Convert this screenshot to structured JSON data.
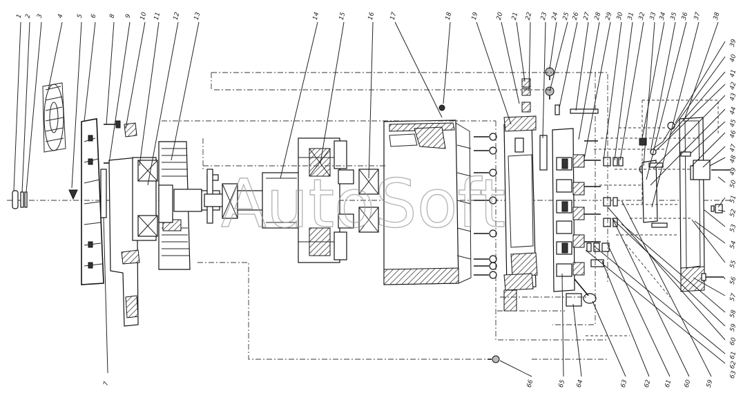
{
  "watermark": "AutoSoft",
  "callouts_top": [
    "1",
    "2",
    "3",
    "4",
    "5",
    "6",
    "8",
    "9",
    "10",
    "11",
    "12",
    "13",
    "14",
    "15",
    "16",
    "17",
    "18",
    "19",
    "20",
    "21",
    "22",
    "23",
    "24",
    "25",
    "26",
    "27",
    "28",
    "29",
    "30",
    "31",
    "32",
    "33",
    "34",
    "35",
    "36",
    "37",
    "38"
  ],
  "callouts_right": [
    "39",
    "40",
    "41",
    "42",
    "43",
    "44",
    "45",
    "46",
    "47",
    "48",
    "49",
    "50",
    "51",
    "52",
    "53",
    "54",
    "55",
    "56",
    "57",
    "58",
    "59",
    "60",
    "61",
    "62",
    "63"
  ],
  "callouts_bottom": [
    "7",
    "66",
    "65",
    "64",
    "63",
    "62",
    "61",
    "60",
    "59"
  ],
  "colors": {
    "line": "#222222",
    "watermark": "#999999",
    "background": "#ffffff"
  }
}
